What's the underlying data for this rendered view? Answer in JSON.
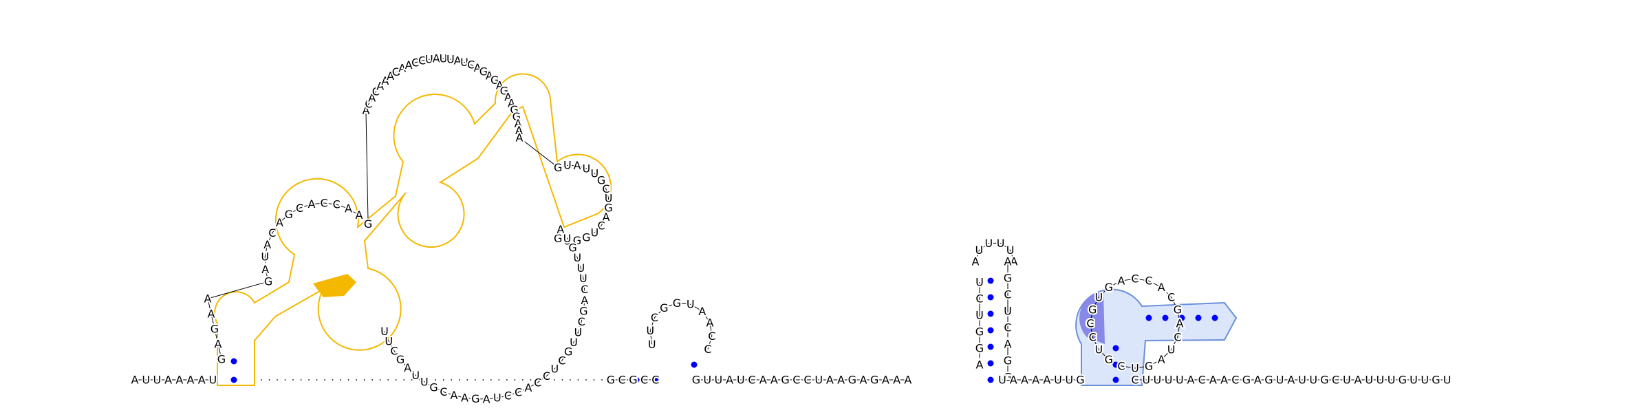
{
  "title": "",
  "colors": {
    "background": "#ffffff",
    "base_pair": "#0000ff",
    "highlight_a_outline": "#f5b800",
    "highlight_a_fill": "#ffffff",
    "highlight_a_accent": "#f5b800",
    "highlight_b_outline": "#6a8fdc",
    "highlight_b_fill": "#dbe6fb",
    "highlight_b_accent": "#8888e8"
  },
  "segments": {
    "left_tail": "AUUAAAAU",
    "hairpin_1_5p": "GAGAA",
    "hairpin_1_loop": "GAUACAGCACCAAG",
    "hairpin_1_mid": "ACACAAAGAACCUAUUAUCAGAGAGAAGGAAA",
    "hairpin_1_inner": "GUAUUGCUGACUGGUG",
    "hairpin_1_3p": "AUGUUUCAGCUUGCUCCACCUAGAACGUUAGCUU",
    "gap_dots": 44,
    "mid_strand_1": "GCGCC",
    "hairpin_2_loop": "UUCGGUAACC",
    "mid_strand_2": "GUUAUCAAGCCUAAGAGAAA",
    "hairpin_3_stem_5p": "AGGUCU",
    "hairpin_3_loop": "AUUUUA",
    "hairpin_3_stem_3p": "AGCUCAGG",
    "mid_strand_3": "UAAAAUUG",
    "hairpin_4": "GGUGACCACGACUAGUCGUCC",
    "right_tail": "CUUUUACAACGAGUAUUGCUAUUUGUUGU"
  }
}
